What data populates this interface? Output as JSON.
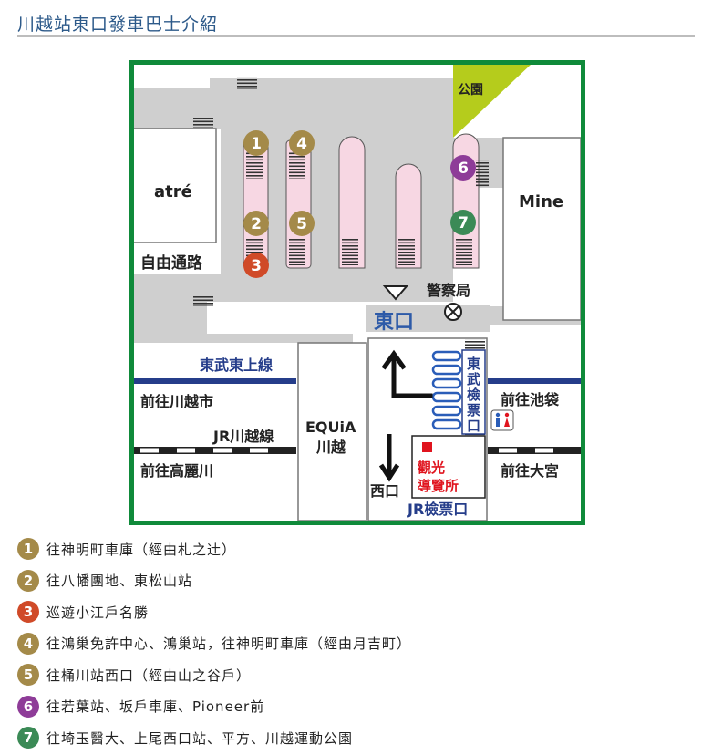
{
  "page_title": "川越站東口發車巴士介紹",
  "colors": {
    "title": "#2d5a8a",
    "frame": "#0f8a3a",
    "road": "#cfcfcf",
    "platform_pink": "#f7d7e3",
    "park": "#b5cc1c",
    "rail_blue": "#253d8a",
    "badge_gold": "#a48a49",
    "badge_red": "#d04a28",
    "badge_purple": "#8e3c98",
    "badge_green": "#3b8a56",
    "tourist_red": "#e0141e"
  },
  "map": {
    "labels": {
      "atre": "atré",
      "free_passage": "自由通路",
      "park": "公園",
      "mine": "Mine",
      "police": "警察局",
      "east_exit": "東口",
      "tobu_tojo_line": "東武東上線",
      "to_kawagoeshi": "前往川越市",
      "jr_kawagoe_line": "JR川越線",
      "to_komagawa": "前往高麗川",
      "equia": "EQUiA",
      "kawagoe": "川越",
      "tobu_gate": "東武檢票口",
      "to_ikebukuro": "前往池袋",
      "to_omiya": "前往大宮",
      "tourist_info": "觀光導覽所",
      "west_exit": "西口",
      "jr_gate": "JR檢票口"
    },
    "icons": [
      "police-box-icon",
      "restroom-icon",
      "east-exit-marker-icon",
      "walking-arrow-icon"
    ]
  },
  "routes": [
    {
      "number": "1",
      "text": "往神明町車庫（經由札之辻）",
      "color": "#a48a49"
    },
    {
      "number": "2",
      "text": "往八幡團地、東松山站",
      "color": "#a48a49"
    },
    {
      "number": "3",
      "text": "巡遊小江戶名勝",
      "color": "#d04a28"
    },
    {
      "number": "4",
      "text": "往鴻巢免許中心、鴻巢站，往神明町車庫（經由月吉町）",
      "color": "#a48a49"
    },
    {
      "number": "5",
      "text": "往桶川站西口（經由山之谷戶）",
      "color": "#a48a49"
    },
    {
      "number": "6",
      "text": "往若葉站、坂戶車庫、Pioneer前",
      "color": "#8e3c98"
    },
    {
      "number": "7",
      "text": "往埼玉醫大、上尾西口站、平方、川越運動公園",
      "color": "#3b8a56"
    }
  ]
}
